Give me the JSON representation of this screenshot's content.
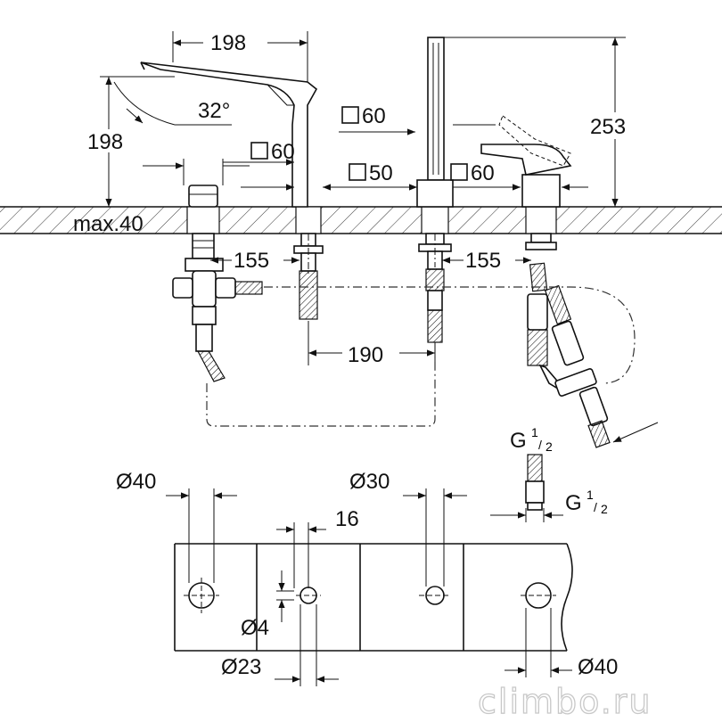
{
  "dimensions": {
    "spout_length": "198",
    "spout_height": "198",
    "spout_angle": "32°",
    "spout_square": "60",
    "handshower_square": "60",
    "handshower_base_square": "50",
    "mixer_square": "60",
    "mixer_height": "253",
    "deck_thickness": "max.40",
    "spacing_left": "155",
    "spacing_right": "155",
    "spacing_center": "190",
    "thread_g": "G",
    "thread_sup": "1",
    "thread_sub": "2",
    "hole_diam_left": "Ø40",
    "hole_diam_mid": "Ø30",
    "offset_16": "16",
    "pin_diam": "Ø4",
    "hole_diam_small": "Ø23",
    "hole_diam_right": "Ø40"
  },
  "watermark": "climbo.ru"
}
